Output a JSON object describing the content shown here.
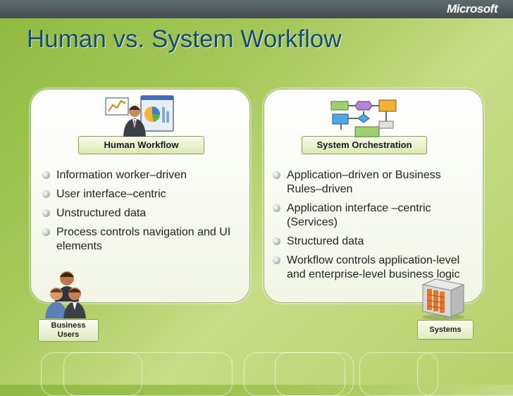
{
  "header": {
    "brand": "Microsoft"
  },
  "slide": {
    "title": "Human vs. System Workflow"
  },
  "left_panel": {
    "label": "Human Workflow",
    "bullets": [
      "Information worker–driven",
      "User interface–centric",
      "Unstructured data",
      "Process controls navigation and UI elements"
    ],
    "badge": "Business Users"
  },
  "right_panel": {
    "label": "System Orchestration",
    "bullets": [
      "Application–driven or Business Rules–driven",
      "Application interface –centric (Services)",
      "Structured data",
      "Workflow controls application-level and enterprise-level business logic"
    ],
    "badge": "Systems"
  },
  "icons": {
    "human_workflow": "person-with-charts-icon",
    "system_orchestration": "flowchart-icon",
    "business_users": "people-group-icon",
    "systems": "server-icon"
  },
  "colors": {
    "title": "#164b73",
    "background": "#a6c85a",
    "topbar": "#4b5659"
  }
}
